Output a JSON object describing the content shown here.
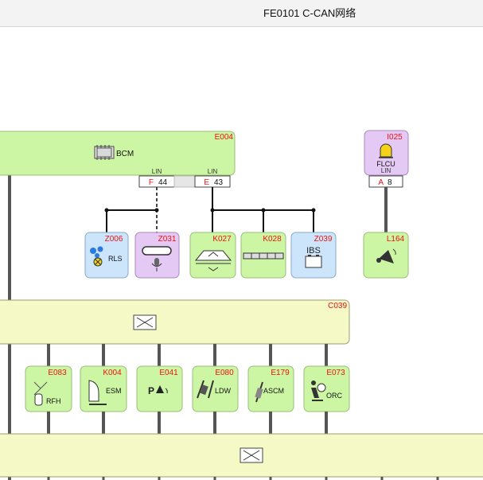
{
  "window": {
    "title": "FE0101 C-CAN网络"
  },
  "modules": {
    "bcm": {
      "code": "E004",
      "name": "BCM"
    },
    "flcu": {
      "code": "I025",
      "name": "FLCU"
    },
    "z006": {
      "code": "Z006",
      "name": "RLS"
    },
    "z031": {
      "code": "Z031",
      "name": ""
    },
    "k027": {
      "code": "K027",
      "name": ""
    },
    "k028": {
      "code": "K028",
      "name": ""
    },
    "z039": {
      "code": "Z039",
      "name": "IBS"
    },
    "l164": {
      "code": "L164",
      "name": ""
    },
    "c039": {
      "code": "C039"
    },
    "e083": {
      "code": "E083",
      "name": "RFH"
    },
    "k004": {
      "code": "K004",
      "name": "ESM"
    },
    "e041": {
      "code": "E041",
      "name": ""
    },
    "e080": {
      "code": "E080",
      "name": "LDW"
    },
    "e179": {
      "code": "E179",
      "name": "ASCM"
    },
    "e073": {
      "code": "E073",
      "name": "ORC"
    }
  },
  "connectors": {
    "bcm_lin1": {
      "bus": "LIN",
      "letter": "F",
      "pin": "44"
    },
    "bcm_lin2": {
      "bus": "LIN",
      "letter": "E",
      "pin": "43"
    },
    "flcu_lin": {
      "bus": "LIN",
      "letter": "A",
      "pin": "8"
    }
  },
  "icons": {
    "gateway": "can-bus-icon",
    "ecu": "ecu-chip-icon"
  },
  "colors": {
    "module_green": "#ccf6a3",
    "module_blue": "#cce5fb",
    "module_purple": "#e4c9f4",
    "bus_yellow": "#f4f9c6",
    "code_red": "#ee1111",
    "wire": "#111111"
  }
}
